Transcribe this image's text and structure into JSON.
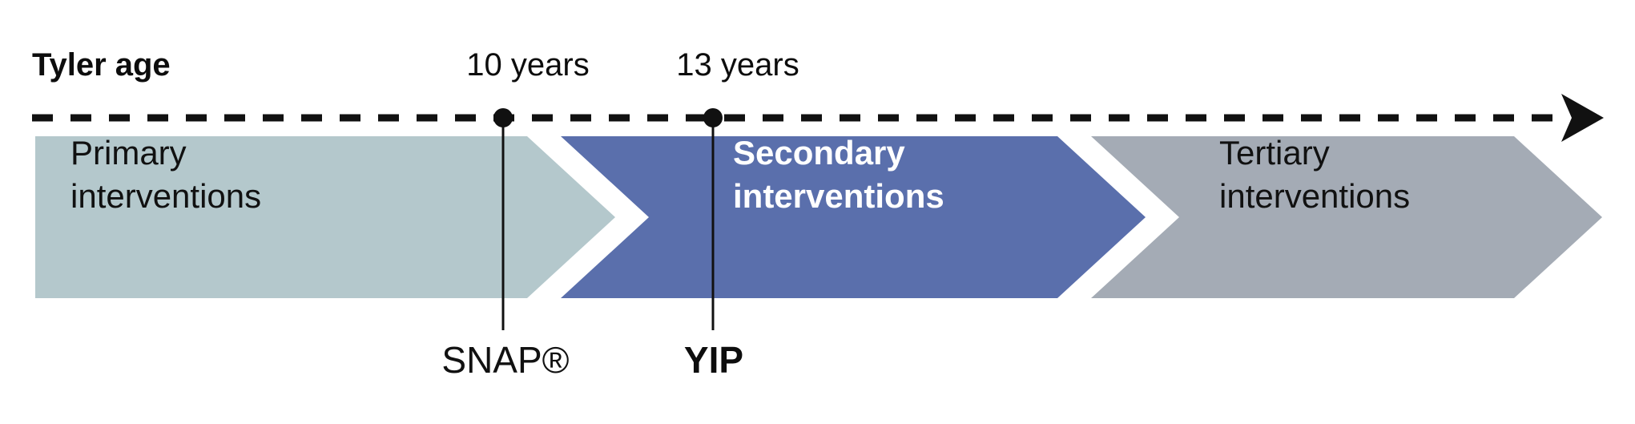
{
  "figure": {
    "axis_caption": "Tyler age",
    "background_color": "#ffffff"
  },
  "timeline": {
    "line_style": "dashed",
    "line_color": "#111111",
    "arrow_direction": "right",
    "ticks": [
      {
        "label": "10 years",
        "age": 10,
        "marker": "filled-dot"
      },
      {
        "label": "13 years",
        "age": 13,
        "marker": "filled-dot"
      }
    ]
  },
  "stages": [
    {
      "id": "primary",
      "line1": "Primary",
      "line2": "interventions",
      "fill_color": "#b4c8cc",
      "text_color": "#111111",
      "bold": false
    },
    {
      "id": "secondary",
      "line1": "Secondary",
      "line2": "interventions",
      "fill_color": "#5a6fac",
      "text_color": "#ffffff",
      "bold": true
    },
    {
      "id": "tertiary",
      "line1": "Tertiary",
      "line2": "interventions",
      "fill_color": "#a4abb5",
      "text_color": "#111111",
      "bold": false
    }
  ],
  "programs": [
    {
      "id": "snap",
      "label": "SNAP®",
      "age": 10,
      "emphasis": "light"
    },
    {
      "id": "yip",
      "label": "YIP",
      "age": 13,
      "emphasis": "bold"
    }
  ]
}
